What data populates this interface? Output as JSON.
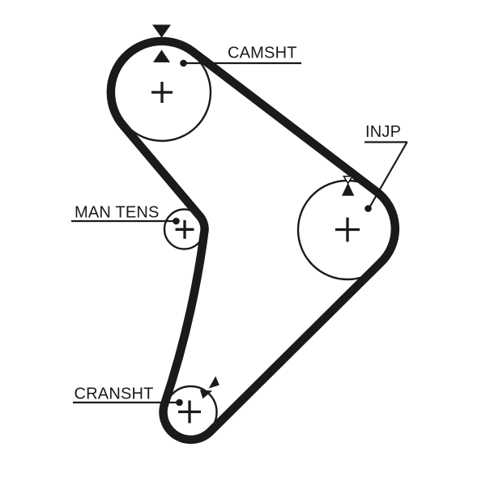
{
  "colors": {
    "ink": "#1a1a1a",
    "paper": "#ffffff"
  },
  "labels": {
    "camshaft": "CAMSHT",
    "injection_pump": "INJP",
    "manual_tensioner": "MAN TENS",
    "crankshaft": "CRANSHT"
  },
  "marks": {
    "center_mark_glyph": "+",
    "timing_mark_style": "filled-triangle-pair"
  },
  "components": {
    "camshaft_pulley": {
      "label": "CAMSHT",
      "timing_marks": "two filled triangles pointing at each other across belt at top"
    },
    "injection_pump_pulley": {
      "label": "INJP",
      "timing_marks": "hollow triangle over filled triangle at top of pulley"
    },
    "manual_tensioner_pulley": {
      "label": "MAN TENS",
      "timing_marks": "none"
    },
    "crankshaft_pulley": {
      "label": "CRANSHT",
      "timing_marks": "two filled triangles pointing at each other at upper-right rim"
    }
  }
}
